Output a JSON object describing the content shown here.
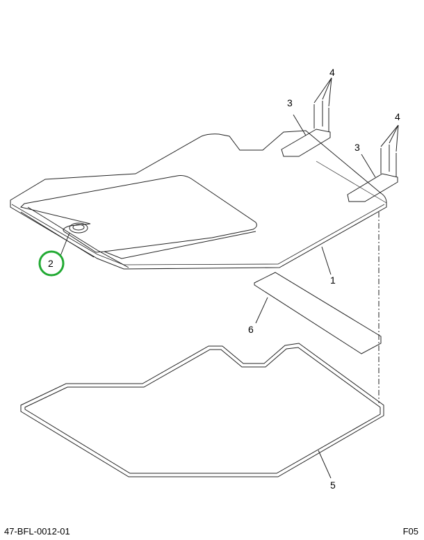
{
  "diagram": {
    "callouts": [
      {
        "id": "callout-4-upper",
        "text": "4"
      },
      {
        "id": "callout-3-upper",
        "text": "3"
      },
      {
        "id": "callout-4-lower",
        "text": "4"
      },
      {
        "id": "callout-3-lower",
        "text": "3"
      },
      {
        "id": "callout-1",
        "text": "1"
      },
      {
        "id": "callout-2",
        "text": "2"
      },
      {
        "id": "callout-6",
        "text": "6"
      },
      {
        "id": "callout-5",
        "text": "5"
      }
    ],
    "highlight_color": "#22aa33",
    "highlighted_callout": "2"
  },
  "footer": {
    "drawing_number": "47-BFL-0012-01",
    "sheet_code": "F05"
  }
}
